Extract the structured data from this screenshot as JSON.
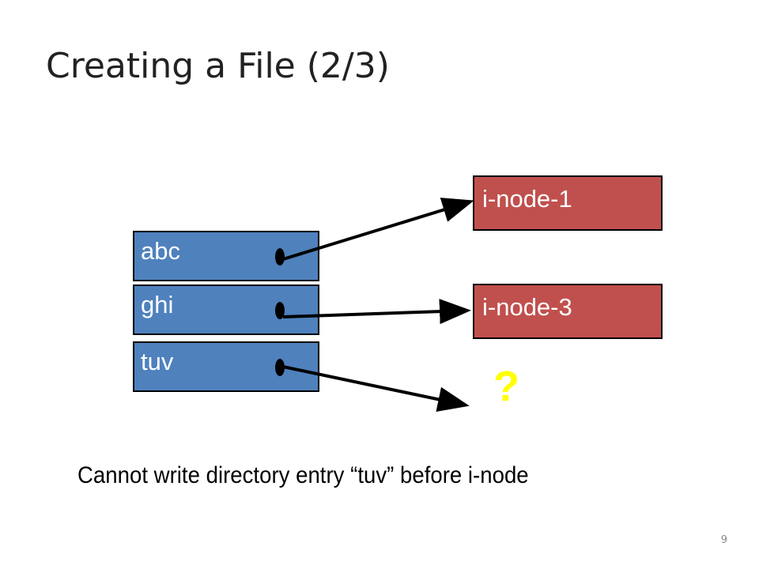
{
  "title": "Creating a File (2/3)",
  "directory_entries": [
    {
      "name": "abc"
    },
    {
      "name": "ghi"
    },
    {
      "name": "tuv"
    }
  ],
  "inodes": [
    {
      "label": "i-node-1"
    },
    {
      "label": "i-node-3"
    }
  ],
  "unknown_target": "?",
  "caption": "Cannot write directory entry “tuv” before i-node",
  "page_number": "9",
  "colors": {
    "directory_fill": "#4f81bd",
    "inode_fill": "#c0504d",
    "question_mark": "#ffff00",
    "arrow": "#000000"
  }
}
